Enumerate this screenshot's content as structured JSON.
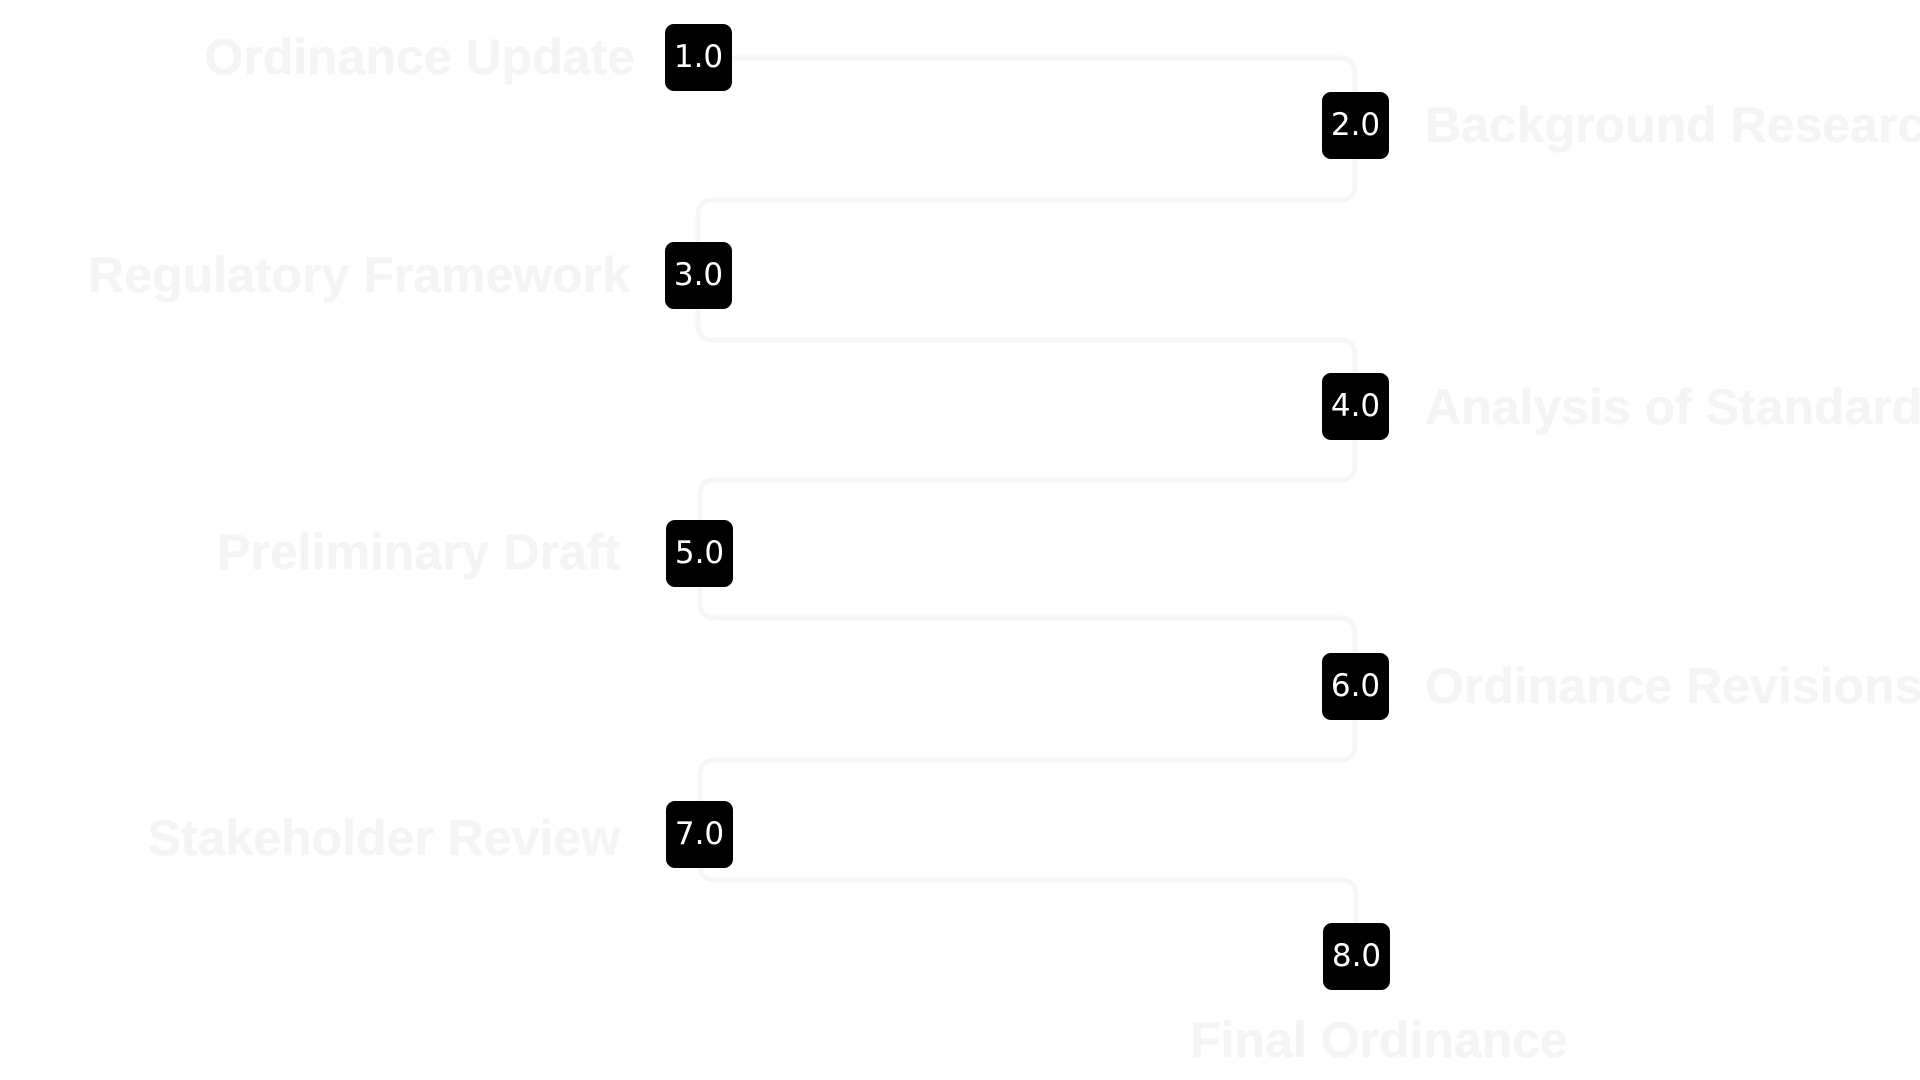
{
  "diagram": {
    "type": "process-flow",
    "colors": {
      "badge_background": "#000000",
      "badge_text": "#ffffff",
      "label_text": "#f4f4f4",
      "connector": "#f6f6f6",
      "background": "#ffffff"
    },
    "steps": [
      {
        "number": "1.0",
        "label": "Ordinance Update"
      },
      {
        "number": "2.0",
        "label": "Background Research"
      },
      {
        "number": "3.0",
        "label": "Regulatory Framework"
      },
      {
        "number": "4.0",
        "label": "Analysis of Standards"
      },
      {
        "number": "5.0",
        "label": "Preliminary Draft"
      },
      {
        "number": "6.0",
        "label": "Ordinance Revisions"
      },
      {
        "number": "7.0",
        "label": "Stakeholder Review"
      },
      {
        "number": "8.0",
        "label": "Final Ordinance"
      }
    ]
  }
}
